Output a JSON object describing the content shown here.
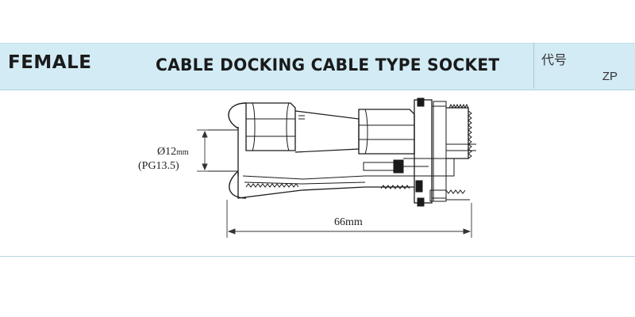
{
  "header": {
    "left_label": "FEMALE",
    "title": "CABLE DOCKING CABLE TYPE SOCKET",
    "code_label": "代号",
    "code_value": "ZP"
  },
  "dimensions": {
    "cable_diameter_value": "Ø12",
    "cable_diameter_unit": "mm",
    "thread_spec": "(PG13.5)",
    "overall_length": "66mm"
  },
  "colors": {
    "band": "#d2ebf5",
    "line": "#1a1a1a",
    "dim_line": "#333333"
  }
}
